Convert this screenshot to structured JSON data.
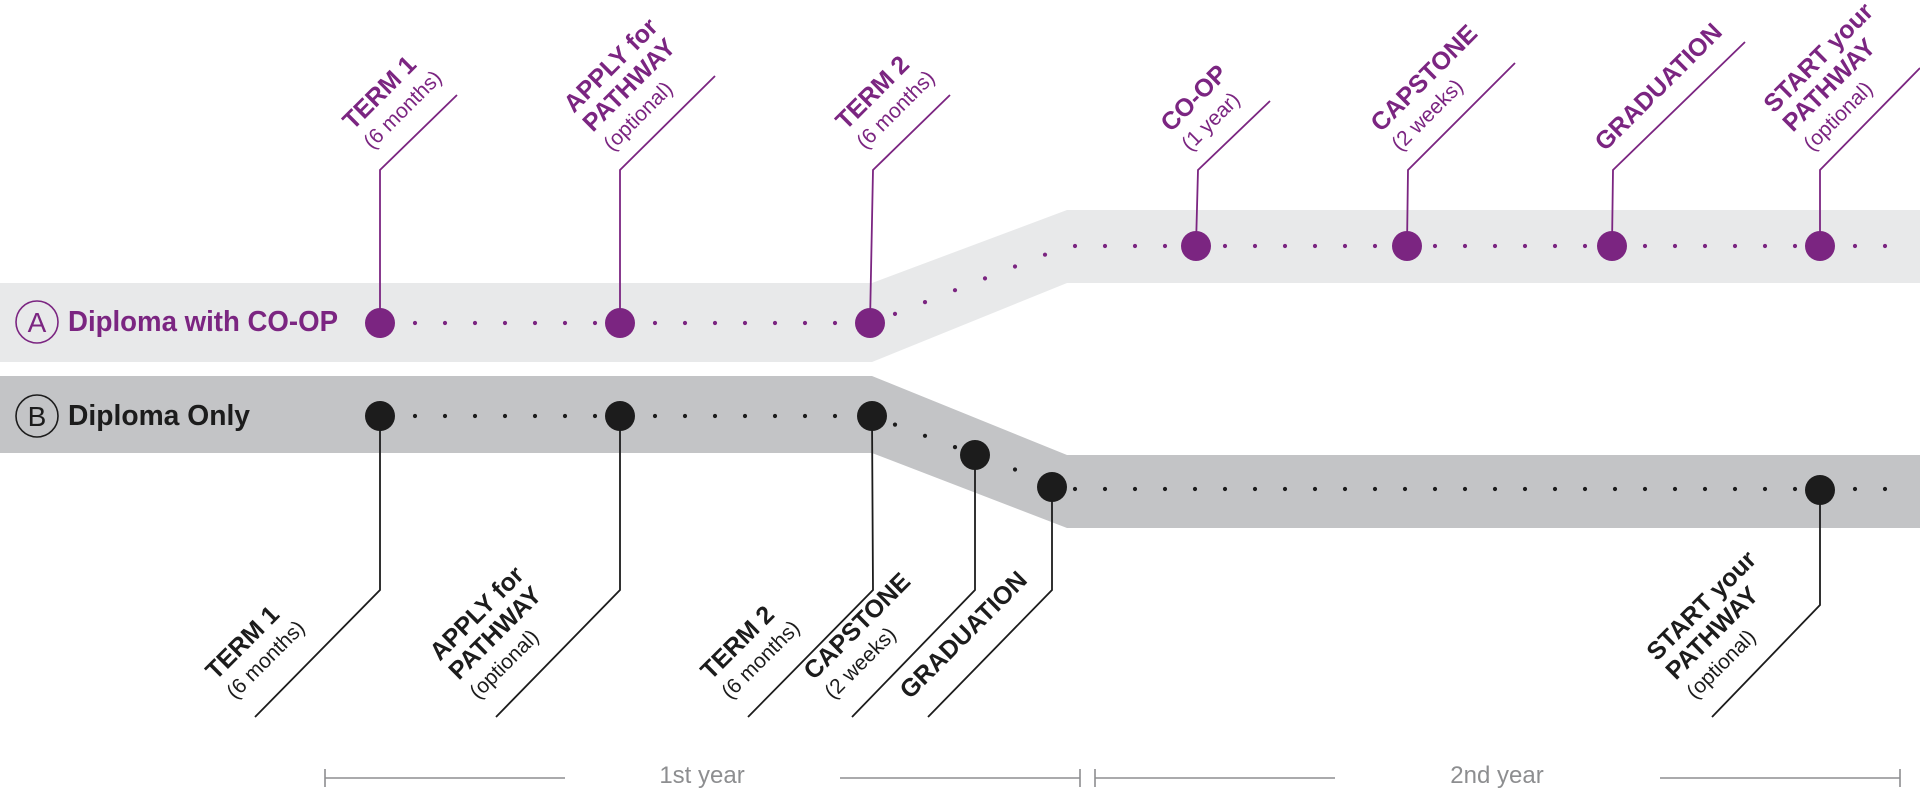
{
  "colors": {
    "purple": "#7b2581",
    "black": "#1c1c1c",
    "band_a": "#e8e9ea",
    "band_b": "#c3c4c6",
    "year_text": "#8d8e90"
  },
  "track_a": {
    "badge": "A",
    "title": "Diploma with CO-OP",
    "milestones": [
      {
        "lines": [
          "TERM 1",
          "(6 months)"
        ]
      },
      {
        "lines": [
          "APPLY for",
          "PATHWAY",
          "(optional)"
        ]
      },
      {
        "lines": [
          "TERM 2",
          "(6 months)"
        ]
      },
      {
        "lines": [
          "CO-OP",
          "(1 year)"
        ]
      },
      {
        "lines": [
          "CAPSTONE",
          "(2 weeks)"
        ]
      },
      {
        "lines": [
          "GRADUATION"
        ]
      },
      {
        "lines": [
          "START your",
          "PATHWAY",
          "(optional)"
        ]
      }
    ]
  },
  "track_b": {
    "badge": "B",
    "title": "Diploma Only",
    "milestones": [
      {
        "lines": [
          "TERM 1",
          "(6 months)"
        ]
      },
      {
        "lines": [
          "APPLY for",
          "PATHWAY",
          "(optional)"
        ]
      },
      {
        "lines": [
          "TERM 2",
          "(6 months)"
        ]
      },
      {
        "lines": [
          "CAPSTONE",
          "(2 weeks)"
        ]
      },
      {
        "lines": [
          "GRADUATION"
        ]
      },
      {
        "lines": [
          "START your",
          "PATHWAY",
          "(optional)"
        ]
      }
    ]
  },
  "years": {
    "first": "1st year",
    "second": "2nd year"
  }
}
